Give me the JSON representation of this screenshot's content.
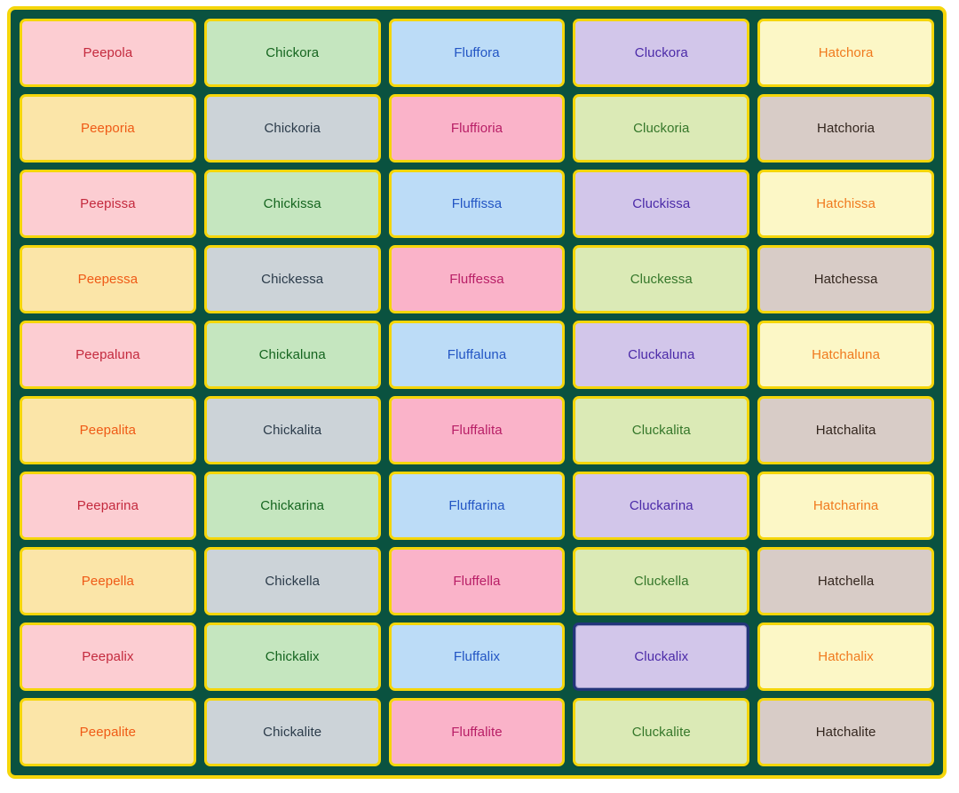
{
  "panel": {
    "name": "name-grid-panel",
    "background_color": "#0a5240",
    "border_color": "#f5d60a",
    "columns": 5,
    "rows": 10
  },
  "palette": {
    "cell_border": "#f5d60a",
    "selected_border": "#22357a",
    "pink_bg": "#fccdd2",
    "pink_text": "#c42a3e",
    "mint_bg": "#c5e6bf",
    "mint_text": "#15651f",
    "sky_bg": "#bcdcf7",
    "sky_text": "#2255c4",
    "lilac_bg": "#d2c6ea",
    "lilac_text": "#4b2aa8",
    "cream_bg": "#fcf7c6",
    "cream_text": "#f07a1e",
    "amber_bg": "#fbe5a8",
    "amber_text": "#ef5a16",
    "slate_bg": "#ccd3d8",
    "slate_text": "#2b3b4a",
    "rose_bg": "#fab3c9",
    "rose_text": "#b81e66",
    "sage_bg": "#dbeab6",
    "sage_text": "#35772a",
    "taupe_bg": "#d8ccc7",
    "taupe_text": "#33261e"
  },
  "grid": {
    "rows": [
      {
        "row_index": 0,
        "cells": [
          {
            "label": "Peepola",
            "bg": "#fccdd2",
            "fg": "#c42a3e",
            "selected": false
          },
          {
            "label": "Chickora",
            "bg": "#c5e6bf",
            "fg": "#15651f",
            "selected": false
          },
          {
            "label": "Fluffora",
            "bg": "#bcdcf7",
            "fg": "#2255c4",
            "selected": false
          },
          {
            "label": "Cluckora",
            "bg": "#d2c6ea",
            "fg": "#4b2aa8",
            "selected": false
          },
          {
            "label": "Hatchora",
            "bg": "#fcf7c6",
            "fg": "#f07a1e",
            "selected": false
          }
        ]
      },
      {
        "row_index": 1,
        "cells": [
          {
            "label": "Peeporia",
            "bg": "#fbe5a8",
            "fg": "#ef5a16",
            "selected": false
          },
          {
            "label": "Chickoria",
            "bg": "#ccd3d8",
            "fg": "#2b3b4a",
            "selected": false
          },
          {
            "label": "Fluffioria",
            "bg": "#fab3c9",
            "fg": "#b81e66",
            "selected": false
          },
          {
            "label": "Cluckoria",
            "bg": "#dbeab6",
            "fg": "#35772a",
            "selected": false
          },
          {
            "label": "Hatchoria",
            "bg": "#d8ccc7",
            "fg": "#33261e",
            "selected": false
          }
        ]
      },
      {
        "row_index": 2,
        "cells": [
          {
            "label": "Peepissa",
            "bg": "#fccdd2",
            "fg": "#c42a3e",
            "selected": false
          },
          {
            "label": "Chickissa",
            "bg": "#c5e6bf",
            "fg": "#15651f",
            "selected": false
          },
          {
            "label": "Fluffissa",
            "bg": "#bcdcf7",
            "fg": "#2255c4",
            "selected": false
          },
          {
            "label": "Cluckissa",
            "bg": "#d2c6ea",
            "fg": "#4b2aa8",
            "selected": false
          },
          {
            "label": "Hatchissa",
            "bg": "#fcf7c6",
            "fg": "#f07a1e",
            "selected": false
          }
        ]
      },
      {
        "row_index": 3,
        "cells": [
          {
            "label": "Peepessa",
            "bg": "#fbe5a8",
            "fg": "#ef5a16",
            "selected": false
          },
          {
            "label": "Chickessa",
            "bg": "#ccd3d8",
            "fg": "#2b3b4a",
            "selected": false
          },
          {
            "label": "Fluffessa",
            "bg": "#fab3c9",
            "fg": "#b81e66",
            "selected": false
          },
          {
            "label": "Cluckessa",
            "bg": "#dbeab6",
            "fg": "#35772a",
            "selected": false
          },
          {
            "label": "Hatchessa",
            "bg": "#d8ccc7",
            "fg": "#33261e",
            "selected": false
          }
        ]
      },
      {
        "row_index": 4,
        "cells": [
          {
            "label": "Peepaluna",
            "bg": "#fccdd2",
            "fg": "#c42a3e",
            "selected": false
          },
          {
            "label": "Chickaluna",
            "bg": "#c5e6bf",
            "fg": "#15651f",
            "selected": false
          },
          {
            "label": "Fluffaluna",
            "bg": "#bcdcf7",
            "fg": "#2255c4",
            "selected": false
          },
          {
            "label": "Cluckaluna",
            "bg": "#d2c6ea",
            "fg": "#4b2aa8",
            "selected": false
          },
          {
            "label": "Hatchaluna",
            "bg": "#fcf7c6",
            "fg": "#f07a1e",
            "selected": false
          }
        ]
      },
      {
        "row_index": 5,
        "cells": [
          {
            "label": "Peepalita",
            "bg": "#fbe5a8",
            "fg": "#ef5a16",
            "selected": false
          },
          {
            "label": "Chickalita",
            "bg": "#ccd3d8",
            "fg": "#2b3b4a",
            "selected": false
          },
          {
            "label": "Fluffalita",
            "bg": "#fab3c9",
            "fg": "#b81e66",
            "selected": false
          },
          {
            "label": "Cluckalita",
            "bg": "#dbeab6",
            "fg": "#35772a",
            "selected": false
          },
          {
            "label": "Hatchalita",
            "bg": "#d8ccc7",
            "fg": "#33261e",
            "selected": false
          }
        ]
      },
      {
        "row_index": 6,
        "cells": [
          {
            "label": "Peeparina",
            "bg": "#fccdd2",
            "fg": "#c42a3e",
            "selected": false
          },
          {
            "label": "Chickarina",
            "bg": "#c5e6bf",
            "fg": "#15651f",
            "selected": false
          },
          {
            "label": "Fluffarina",
            "bg": "#bcdcf7",
            "fg": "#2255c4",
            "selected": false
          },
          {
            "label": "Cluckarina",
            "bg": "#d2c6ea",
            "fg": "#4b2aa8",
            "selected": false
          },
          {
            "label": "Hatcharina",
            "bg": "#fcf7c6",
            "fg": "#f07a1e",
            "selected": false
          }
        ]
      },
      {
        "row_index": 7,
        "cells": [
          {
            "label": "Peepella",
            "bg": "#fbe5a8",
            "fg": "#ef5a16",
            "selected": false
          },
          {
            "label": "Chickella",
            "bg": "#ccd3d8",
            "fg": "#2b3b4a",
            "selected": false
          },
          {
            "label": "Fluffella",
            "bg": "#fab3c9",
            "fg": "#b81e66",
            "selected": false
          },
          {
            "label": "Cluckella",
            "bg": "#dbeab6",
            "fg": "#35772a",
            "selected": false
          },
          {
            "label": "Hatchella",
            "bg": "#d8ccc7",
            "fg": "#33261e",
            "selected": false
          }
        ]
      },
      {
        "row_index": 8,
        "cells": [
          {
            "label": "Peepalix",
            "bg": "#fccdd2",
            "fg": "#c42a3e",
            "selected": false
          },
          {
            "label": "Chickalix",
            "bg": "#c5e6bf",
            "fg": "#15651f",
            "selected": false
          },
          {
            "label": "Fluffalix",
            "bg": "#bcdcf7",
            "fg": "#2255c4",
            "selected": false
          },
          {
            "label": "Cluckalix",
            "bg": "#d2c6ea",
            "fg": "#4b2aa8",
            "selected": true
          },
          {
            "label": "Hatchalix",
            "bg": "#fcf7c6",
            "fg": "#f07a1e",
            "selected": false
          }
        ]
      },
      {
        "row_index": 9,
        "cells": [
          {
            "label": "Peepalite",
            "bg": "#fbe5a8",
            "fg": "#ef5a16",
            "selected": false
          },
          {
            "label": "Chickalite",
            "bg": "#ccd3d8",
            "fg": "#2b3b4a",
            "selected": false
          },
          {
            "label": "Fluffalite",
            "bg": "#fab3c9",
            "fg": "#b81e66",
            "selected": false
          },
          {
            "label": "Cluckalite",
            "bg": "#dbeab6",
            "fg": "#35772a",
            "selected": false,
            "soft_edge": true
          },
          {
            "label": "Hatchalite",
            "bg": "#d8ccc7",
            "fg": "#33261e",
            "selected": false
          }
        ]
      }
    ]
  }
}
